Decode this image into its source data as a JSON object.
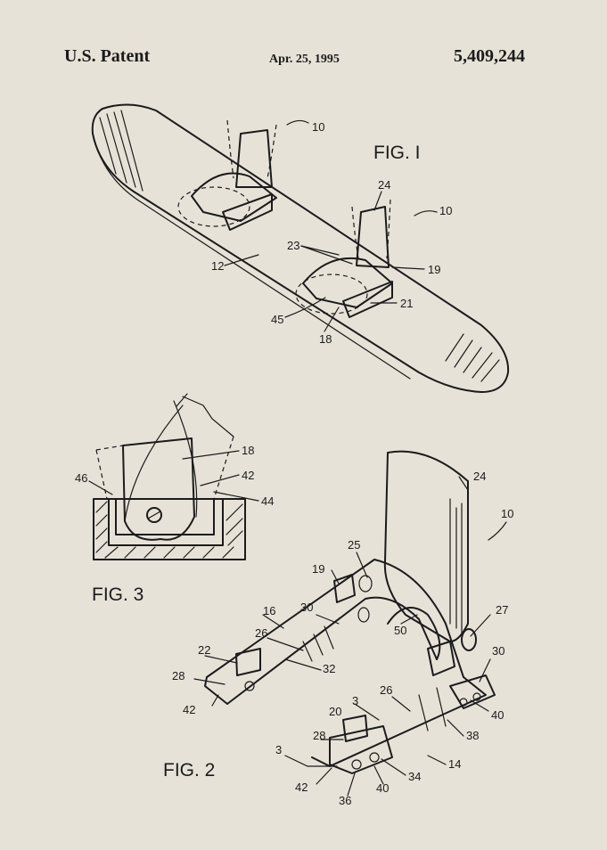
{
  "header": {
    "left": "U.S. Patent",
    "date": "Apr. 25, 1995",
    "number": "5,409,244"
  },
  "figures": {
    "fig1": "FIG. I",
    "fig2": "FIG. 2",
    "fig3": "FIG. 3"
  },
  "fig1_refs": [
    "10",
    "10",
    "24",
    "23",
    "19",
    "12",
    "45",
    "21",
    "18"
  ],
  "fig3_refs": [
    "18",
    "46",
    "42",
    "44"
  ],
  "fig2_refs": [
    "24",
    "10",
    "25",
    "19",
    "27",
    "16",
    "30",
    "50",
    "26",
    "22",
    "30",
    "32",
    "28",
    "42",
    "3",
    "26",
    "20",
    "40",
    "28",
    "38",
    "3",
    "14",
    "34",
    "40",
    "42",
    "36"
  ]
}
